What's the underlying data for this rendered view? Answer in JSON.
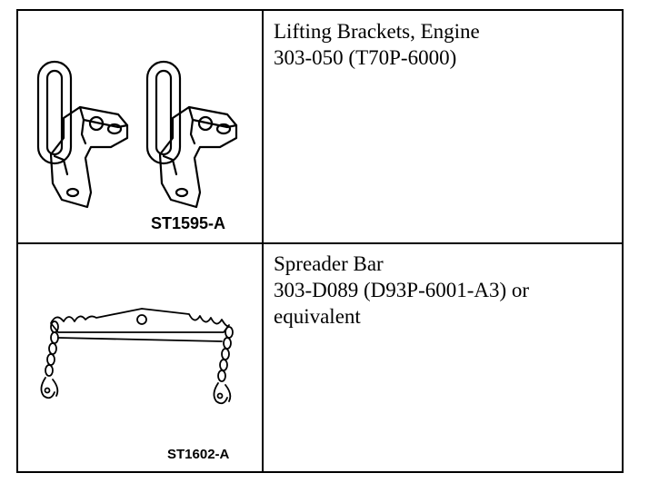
{
  "rows": [
    {
      "figure_code": "ST1595-A",
      "name": "Lifting Brackets, Engine",
      "part_number": "303-050 (T70P-6000)",
      "illustration": "lifting-brackets-drawing"
    },
    {
      "figure_code": "ST1602-A",
      "name": "Spreader Bar",
      "part_number_line1": "303-D089 (D93P-6001-A3) or",
      "part_number_line2": "equivalent",
      "illustration": "spreader-bar-drawing"
    }
  ]
}
